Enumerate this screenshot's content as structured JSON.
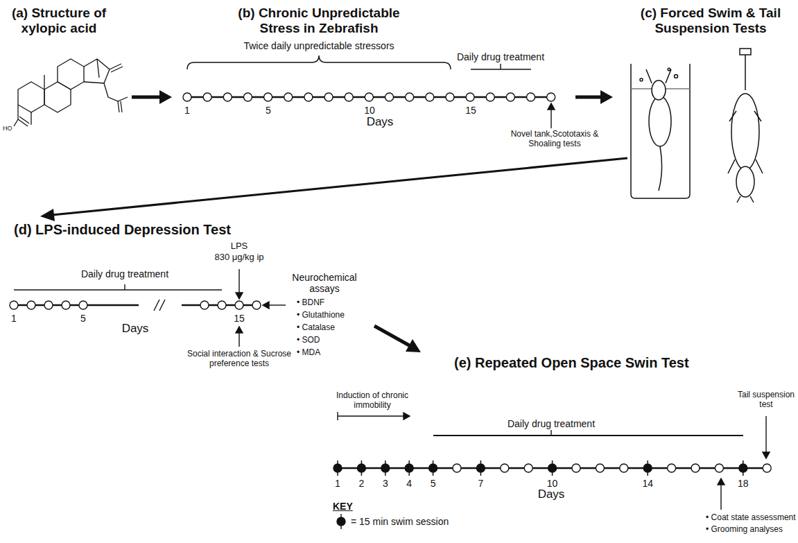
{
  "diagram": {
    "labels": [
      "(a) Structure of xylopic acid",
      "HO",
      "(b) Chronic Unpredictable Stress in Zebrafish",
      "Twice daily unpredictable stressors",
      "Daily drug treatment",
      "1",
      "5",
      "10",
      "15",
      "Days",
      "Novel tank,Scototaxis & Shoaling tests",
      "(c) Forced Swim & Tail Suspension Tests",
      "(d) LPS-induced Depression Test",
      "LPS",
      "830 μg/kg ip",
      "Daily drug treatment",
      "1",
      "5",
      "15",
      "Days",
      "Social interaction & Sucrose preference tests",
      "Neurochemical assays",
      "• BDNF",
      "• Glutathione",
      "• Catalase",
      "• SOD",
      "• MDA",
      "(e) Repeated Open Space Swin Test",
      "Induction of chronic immobility",
      "Daily drug treatment",
      "Tail suspension test",
      "1",
      "2",
      "3",
      "4",
      "5",
      "7",
      "10",
      "14",
      "18",
      "Days",
      "KEY",
      "• Coat state assessment",
      "• Grooming analyses"
    ],
    "legend": [
      {
        "text": "= 15 min swim session"
      }
    ]
  }
}
